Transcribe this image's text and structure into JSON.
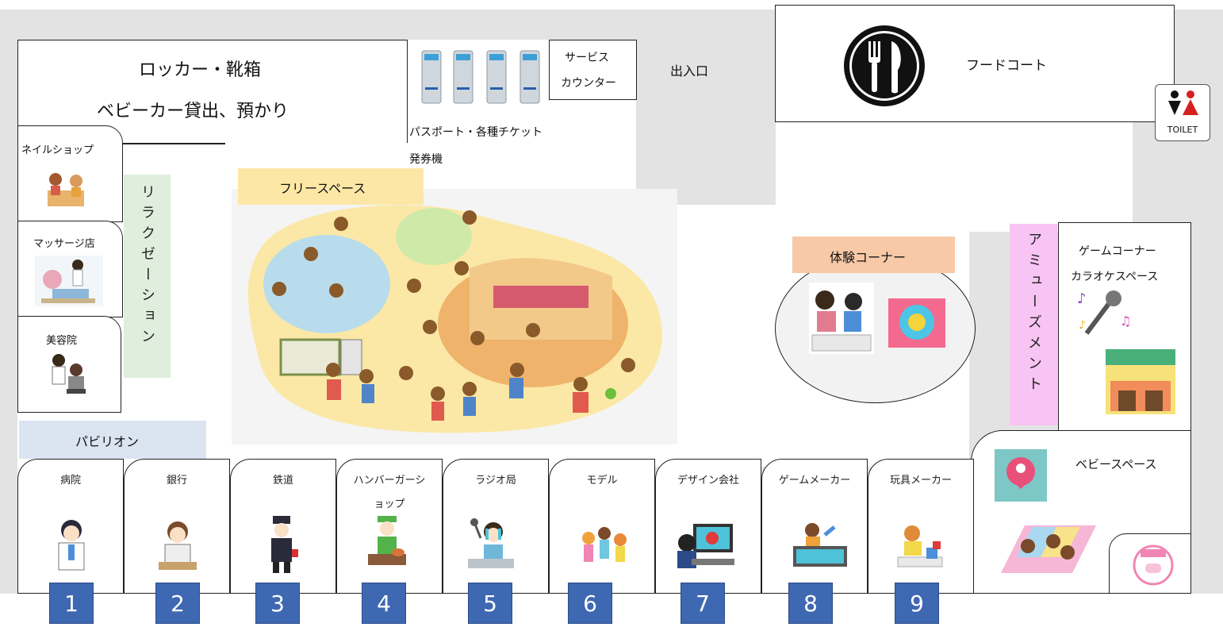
{
  "map": {
    "locker": {
      "line1": "ロッカー・靴箱",
      "line2": "ベビーカー貸出、預かり"
    },
    "service_counter": {
      "line1": "サービス",
      "line2": "カウンター"
    },
    "ticket_machine": {
      "line1": "パスポート・各種チケット",
      "line2": "発券機"
    },
    "entrance": "出入口",
    "food_court": "フードコート",
    "toilet": "TOILET",
    "nail_shop": "ネイルショップ",
    "massage": "マッサージ店",
    "beauty_salon": "美容院",
    "relaxation": "リラクゼーション",
    "free_space": "フリースペース",
    "pavilion": "パビリオン",
    "experience_corner": "体験コーナー",
    "amusement": "アミューズメント",
    "game_corner": {
      "line1": "ゲームコーナー",
      "line2": "カラオケスペース"
    },
    "baby_space": "ベビースペース",
    "booths": [
      {
        "label": "病院",
        "number": "1"
      },
      {
        "label": "銀行",
        "number": "2"
      },
      {
        "label": "鉄道",
        "number": "3"
      },
      {
        "label": "ハンバーガーショップ",
        "number": "4"
      },
      {
        "label": "ラジオ局",
        "number": "5"
      },
      {
        "label": "モデル",
        "number": "6"
      },
      {
        "label": "デザイン会社",
        "number": "7"
      },
      {
        "label": "ゲームメーカー",
        "number": "8"
      },
      {
        "label": "玩具メーカー",
        "number": "9"
      }
    ]
  },
  "colors": {
    "floor_gray": "#e3e3e3",
    "number_blue": "#3f68b2",
    "pavilion_blue": "#dbe4f1",
    "relax_green": "#dfeedd",
    "free_space_yellow": "#fde7a6",
    "experience_orange": "#f7c9a7",
    "amusement_pink": "#f7c4f3"
  }
}
